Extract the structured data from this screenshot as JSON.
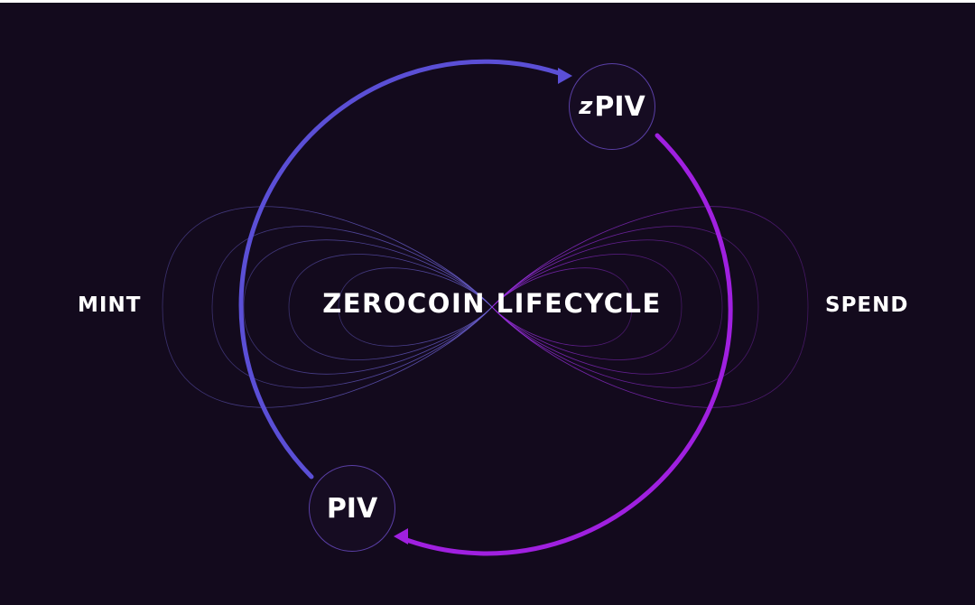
{
  "diagram": {
    "title": "ZEROCOIN LIFECYCLE",
    "left_label": "MINT",
    "right_label": "SPEND",
    "top_node": {
      "prefix": "z",
      "label": "PIV"
    },
    "bottom_node": {
      "label": "PIV"
    },
    "colors": {
      "background": "#130a1d",
      "arc_mint": "#5b4fd6",
      "arc_spend": "#a020e0",
      "node_border": "#5a3fa6"
    },
    "icons": [
      "arrow-head-icon",
      "infinity-icon"
    ]
  }
}
